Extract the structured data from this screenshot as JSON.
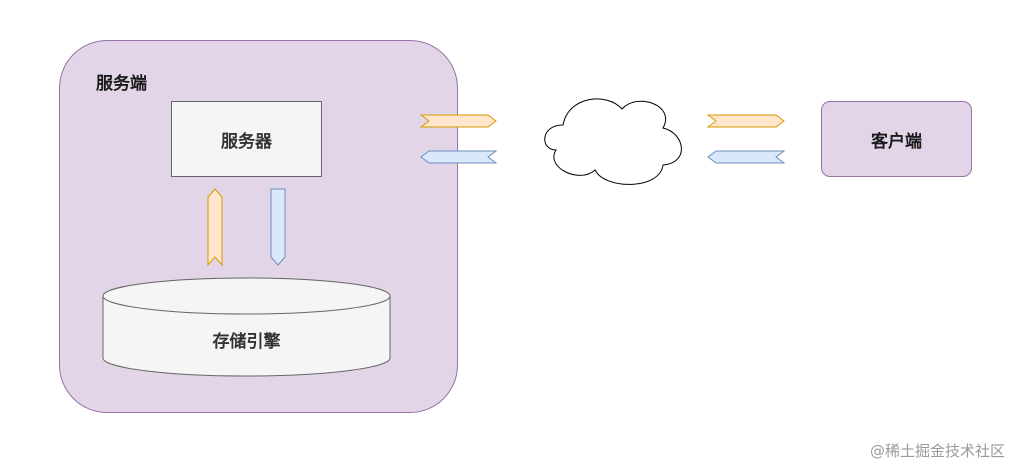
{
  "server_side": {
    "title": "服务端",
    "server_label": "服务器",
    "storage_label": "存储引擎"
  },
  "client_side": {
    "label": "客户端"
  },
  "arrows": {
    "request_color": "#ffe6cc",
    "request_stroke": "#d79b00",
    "response_color": "#dae8fc",
    "response_stroke": "#6c8ebf"
  },
  "watermark": "@稀土掘金技术社区"
}
